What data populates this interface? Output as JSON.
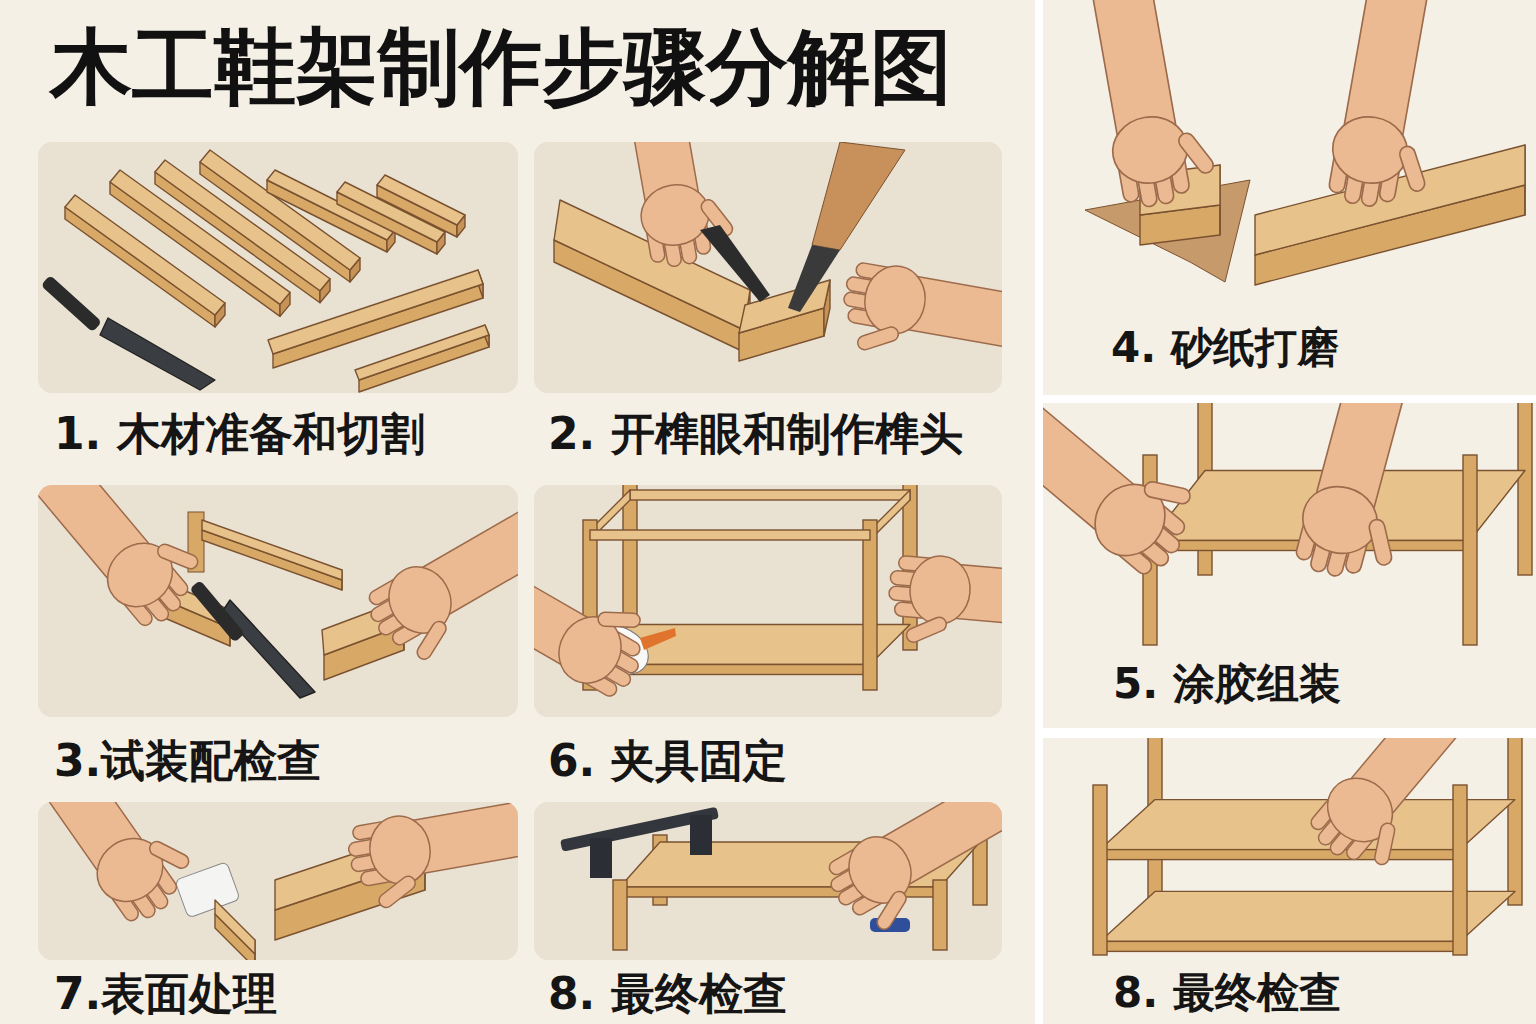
{
  "diagram": {
    "title": "木工鞋架制作步骤分解图",
    "nodes": [
      {
        "text": [
          "1. 木材准备和切割"
        ]
      },
      {
        "text": [
          "2. 开榫眼和制作榫头"
        ]
      },
      {
        "text": [
          "4. 砂纸打磨"
        ]
      },
      {
        "text": [
          "3.试装配检查"
        ]
      },
      {
        "text": [
          "6. 夹具固定"
        ]
      },
      {
        "text": [
          "5. 涂胶组装"
        ]
      },
      {
        "text": [
          "7.表面处理"
        ]
      },
      {
        "text": [
          "8. 最终检查"
        ]
      },
      {
        "text": [
          "8. 最终检查"
        ]
      }
    ]
  }
}
